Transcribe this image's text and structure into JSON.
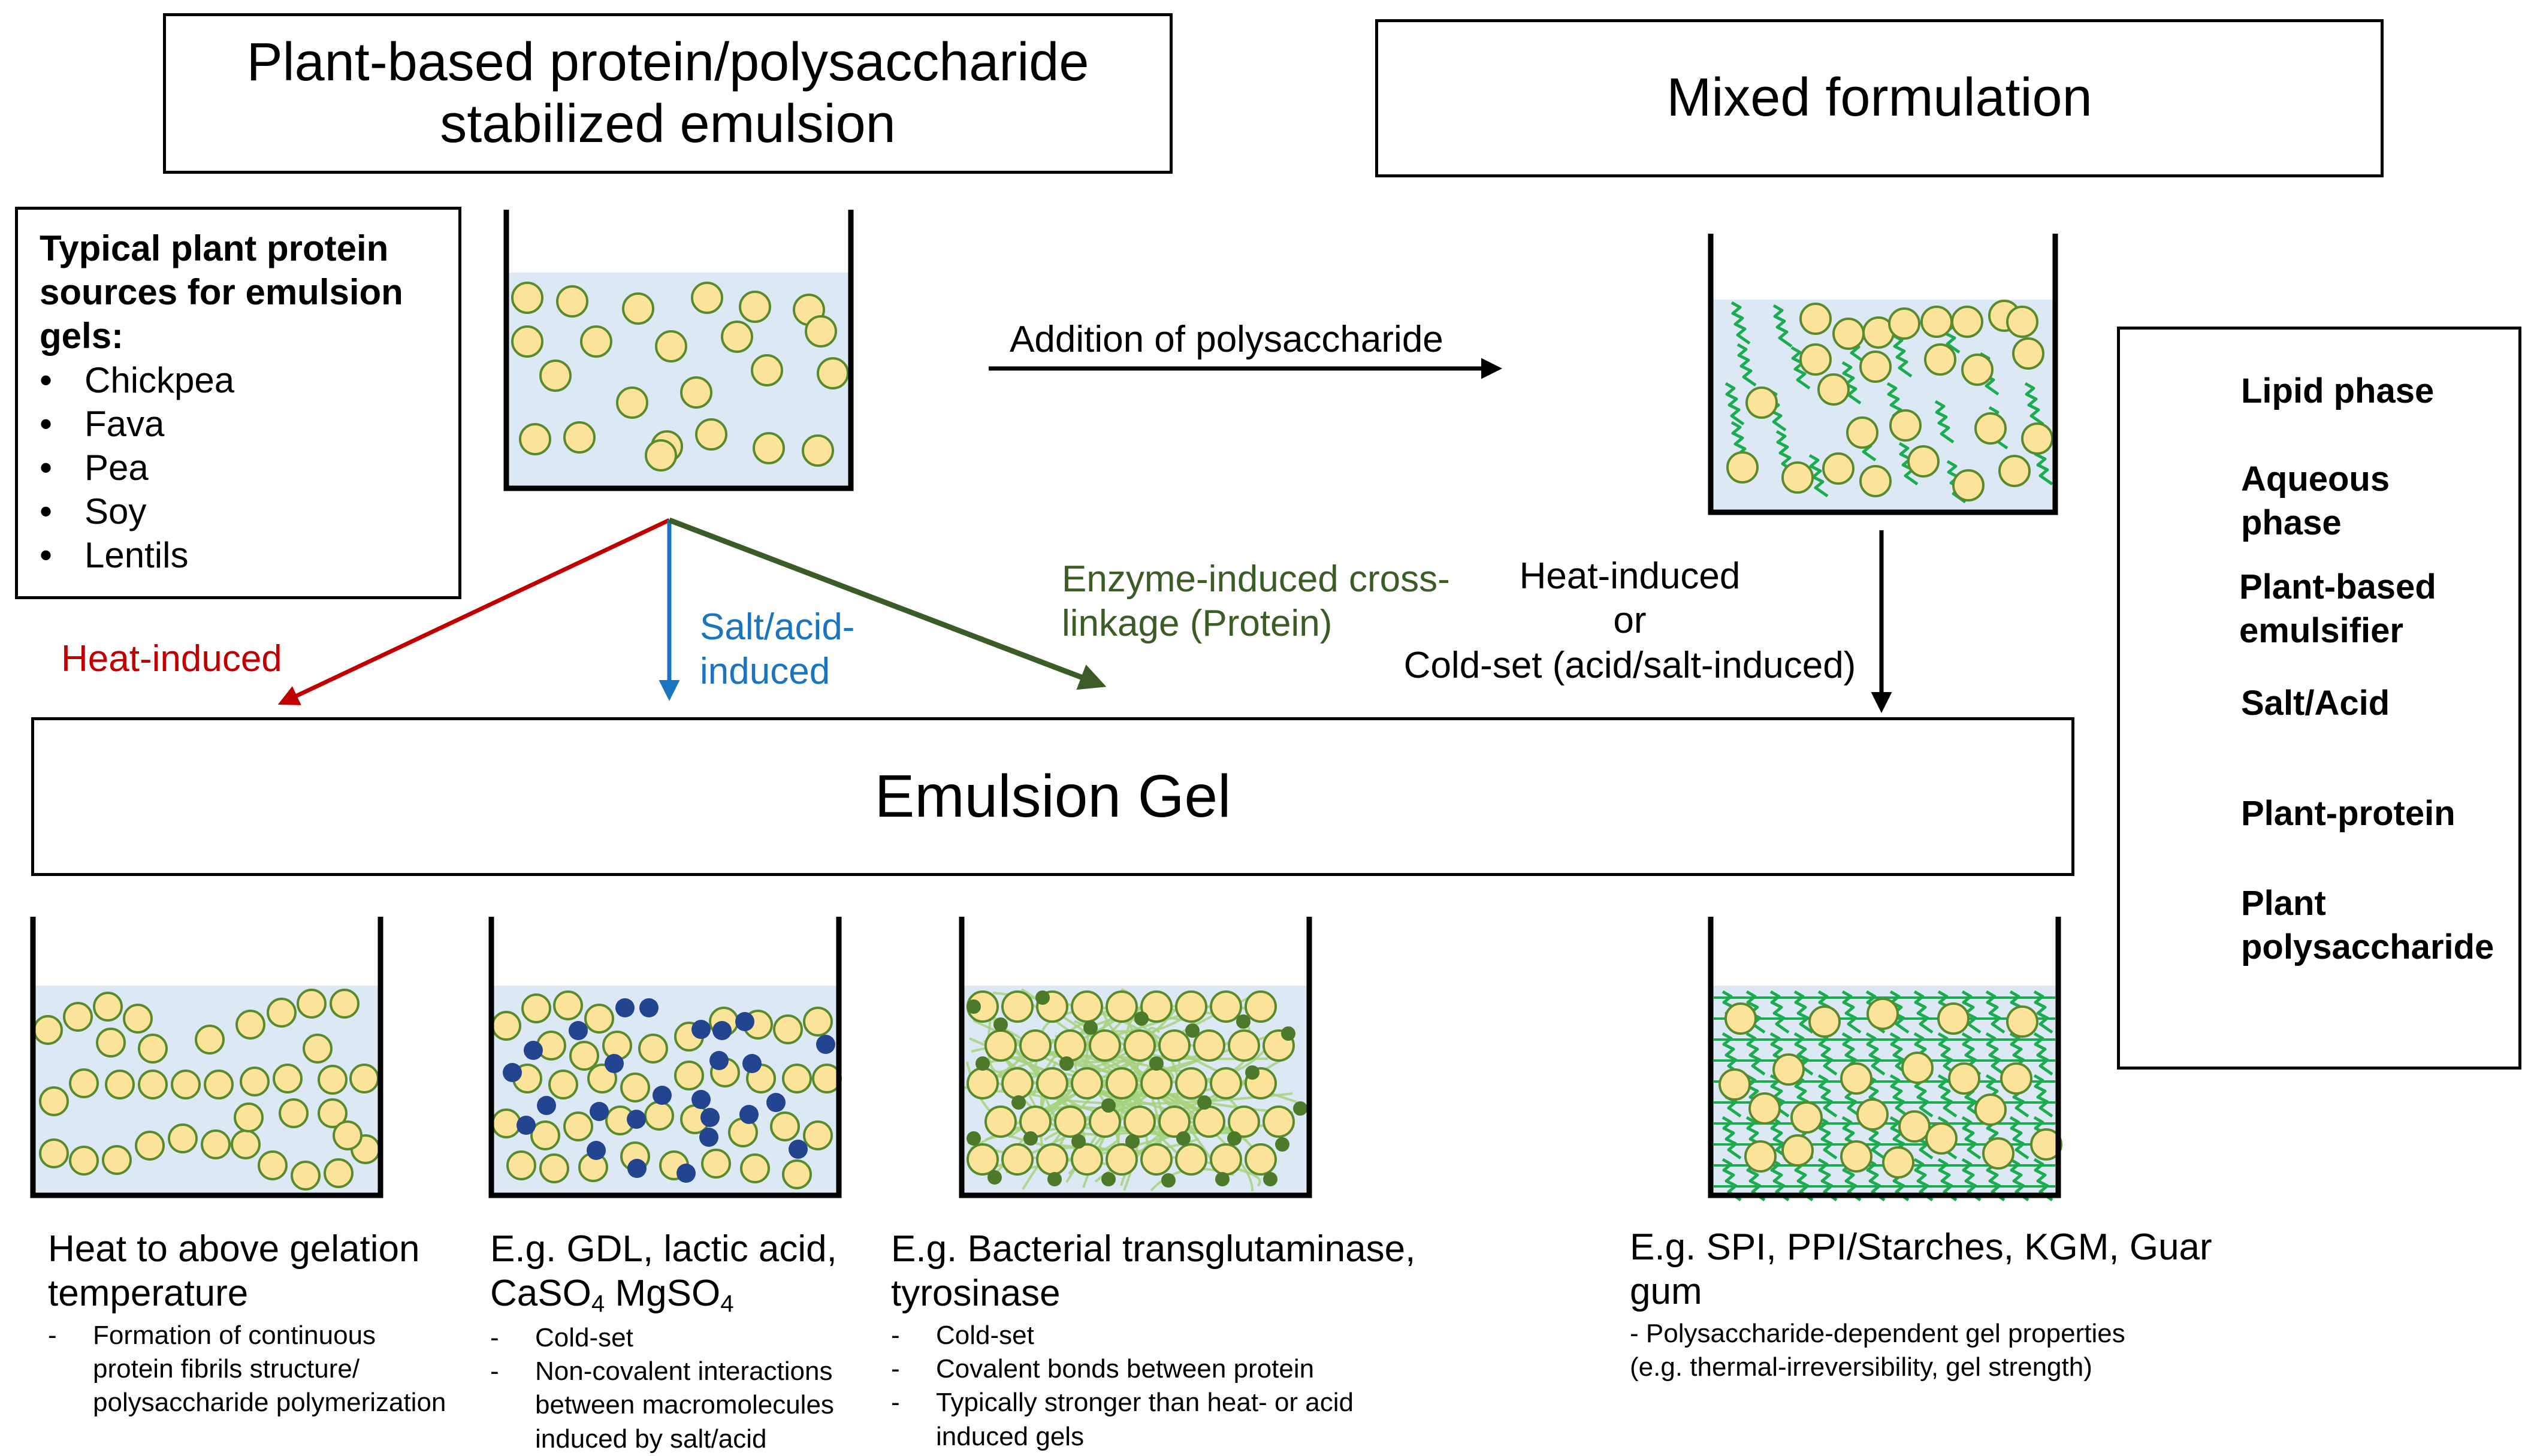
{
  "titles": {
    "left": [
      "Plant-based protein/polysaccharide",
      "stabilized emulsion"
    ],
    "right": "Mixed formulation",
    "gel": "Emulsion Gel"
  },
  "sources": {
    "heading": [
      "Typical plant protein",
      "sources for emulsion",
      "gels:"
    ],
    "items": [
      "Chickpea",
      "Fava",
      "Pea",
      "Soy",
      "Lentils"
    ],
    "bullet": "•"
  },
  "arrows": {
    "addition": "Addition of polysaccharide",
    "heat": "Heat-induced",
    "salt": [
      "Salt/acid-",
      "induced"
    ],
    "enzyme": [
      "Enzyme-induced cross-",
      "linkage (Protein)"
    ],
    "mixed": [
      "Heat-induced",
      "or",
      "Cold-set (acid/salt-induced)"
    ]
  },
  "legend": {
    "lipid": "Lipid phase",
    "aqueous": [
      "Aqueous",
      "phase"
    ],
    "emulsifier": [
      "Plant-based",
      "emulsifier"
    ],
    "salt": "Salt/Acid",
    "protein": "Plant-protein",
    "polysaccharide": [
      "Plant",
      "polysaccharide"
    ]
  },
  "descriptions": {
    "heat": {
      "title": [
        "Heat to above gelation",
        "temperature"
      ],
      "bullets": [
        [
          "Formation of continuous",
          "protein fibrils structure/",
          "polysaccharide polymerization"
        ]
      ]
    },
    "salt": {
      "title1": "E.g. GDL, lactic acid,",
      "title2_a": "CaSO",
      "title2_sub1": "4",
      "title2_b": " MgSO",
      "title2_sub2": "4",
      "bullets": [
        [
          "Cold-set"
        ],
        [
          "Non-covalent interactions",
          "between macromolecules",
          "induced by salt/acid"
        ]
      ]
    },
    "enzyme": {
      "title": [
        "E.g. Bacterial transglutaminase,",
        "tyrosinase"
      ],
      "bullets": [
        [
          "Cold-set"
        ],
        [
          "Covalent bonds between protein"
        ],
        [
          "Typically stronger than heat- or acid",
          "induced gels"
        ]
      ]
    },
    "mixed": {
      "title": [
        "E.g. SPI, PPI/Starches, KGM, Guar",
        "gum"
      ],
      "notes": [
        "- Polysaccharide-dependent gel properties",
        "(e.g. thermal-irreversibility, gel strength)"
      ]
    },
    "dash": "-"
  },
  "colors": {
    "lipid_fill": "#fbe49a",
    "lipid_stroke": "#5a8a2e",
    "aqueous": "#dce8f4",
    "salt": "#23448f",
    "protein": "#4d7a2a",
    "polysaccharide": "#1aac4f",
    "heat_arrow": "#c00000",
    "salt_arrow": "#1b74c0",
    "enzyme_arrow": "#3b5b27",
    "enzyme_network": "#a6d27c"
  }
}
